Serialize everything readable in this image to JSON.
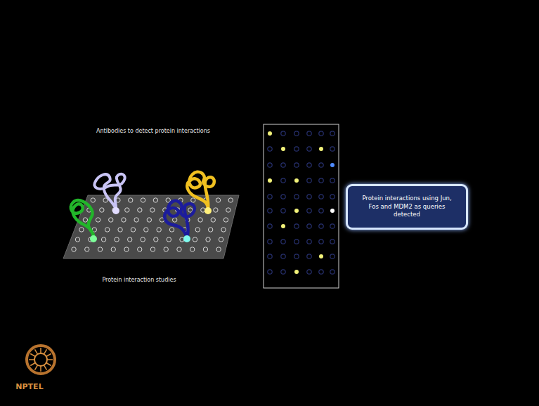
{
  "diagram": {
    "nodes": [
      {
        "text": [
          "Protein interactions using Jun, Fos and MDM2 as queries detected"
        ]
      }
    ],
    "labels": [
      "Antibodies to detect protein interactions",
      "Protein interaction studies",
      "NPTEL"
    ]
  }
}
